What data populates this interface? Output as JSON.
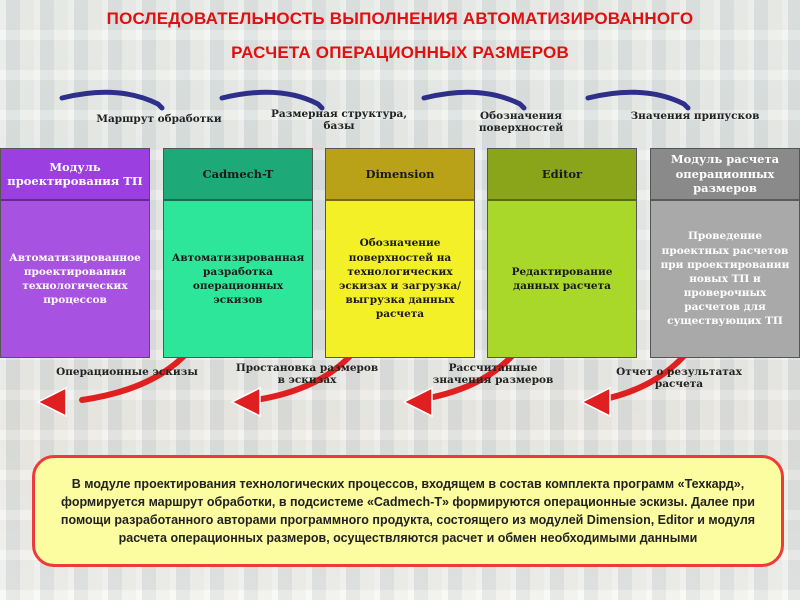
{
  "title": {
    "line1": "ПОСЛЕДОВАТЕЛЬНОСТЬ ВЫПОЛНЕНИЯ АВТОМАТИЗИРОВАННОГО",
    "line2": "РАСЧЕТА ОПЕРАЦИОННЫХ РАЗМЕРОВ"
  },
  "modules": [
    {
      "header": "Модуль проектирования ТП",
      "body": "Автоматизированное проектирования технологических процессов",
      "header_color": "#9b3fe0",
      "body_color": "#a752e0",
      "text_color": "#ffffff"
    },
    {
      "header": "Cadmech-T",
      "body": "Автоматизированная разработка операционных эскизов",
      "header_color": "#1ea978",
      "body_color": "#2ee69a",
      "text_color": "#1a1a1a"
    },
    {
      "header": "Dimension",
      "body": "Обозначение поверхностей на технологических эскизах и загрузка/выгрузка данных расчета",
      "header_color": "#b9a218",
      "body_color": "#f4f028",
      "text_color": "#1a1a1a"
    },
    {
      "header": "Editor",
      "body": "Редактирование данных расчета",
      "header_color": "#8aa51a",
      "body_color": "#aad82a",
      "text_color": "#1a1a1a"
    },
    {
      "header": "Модуль расчета операционных размеров",
      "body": "Проведение проектных расчетов при проектировании новых ТП и проверочных расчетов для существующих ТП",
      "header_color": "#8a8a8a",
      "body_color": "#a9a9a9",
      "text_color": "#ffffff"
    }
  ],
  "top_labels": [
    "Маршрут обработки",
    "Размерная структура, базы",
    "Обозначения поверхностей",
    "Значения припусков"
  ],
  "bottom_labels": [
    "Операционные эскизы",
    "Простановка размеров в эскизах",
    "Рассчитанные значения размеров",
    "Отчет о результатах расчета"
  ],
  "arrow_colors": {
    "top": "#2d2f8a",
    "bottom": "#e02020"
  },
  "note": "В модуле проектирования технологических процессов, входящем в состав комплекта программ «Техкард», формируется маршрут обработки, в подсистеме «Cadmech-T» формируются операционные эскизы. Далее при помощи разработанного авторами программного продукта, состоящего из модулей Dimension, Editor и модуля расчета операционных размеров, осуществляются расчет и обмен необходимыми данными"
}
